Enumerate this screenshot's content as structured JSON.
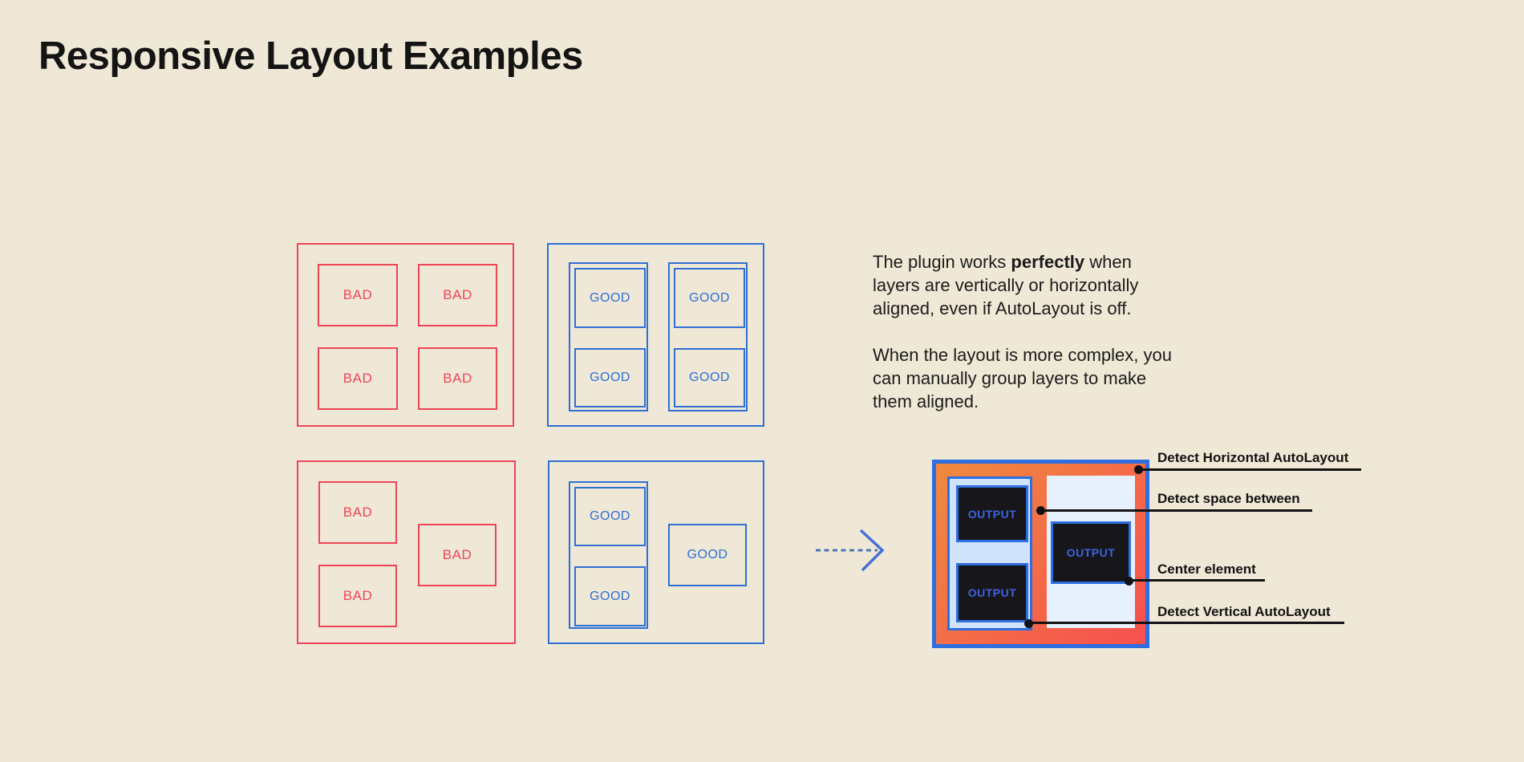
{
  "title": "Responsive Layout Examples",
  "labels": {
    "bad": "BAD",
    "good": "GOOD",
    "output": "OUTPUT"
  },
  "description": {
    "p1_line1_before": "The plugin works ",
    "p1_line1_bold": "perfectly",
    "p1_line1_after": " when",
    "p1_line2": "layers are vertically or horizontally",
    "p1_line3": "aligned, even if AutoLayout is off.",
    "p2_line1": "When the layout is more complex, you",
    "p2_line2": "can manually group layers to make",
    "p2_line3": "them aligned."
  },
  "annotations": {
    "horizontal": "Detect Horizontal AutoLayout",
    "space_between": "Detect space between",
    "center": "Center element",
    "vertical": "Detect Vertical AutoLayout"
  },
  "colors": {
    "background": "#EFE8D6",
    "bad_red": "#EF4458",
    "good_blue": "#2F6FD6",
    "output_border_blue": "#2E6EE0",
    "output_text_blue": "#3D63DF",
    "group_fill_light_blue": "#CFE4FB",
    "column_fill_lighter_blue": "#E6F1FD",
    "output_dark": "#17171B",
    "gradient_orange": "#F08A3E",
    "gradient_red": "#F7504F",
    "annotation_black": "#121212",
    "arrow_dash_blue": "#4C73B3",
    "arrow_head_blue": "#4A6ED6"
  }
}
